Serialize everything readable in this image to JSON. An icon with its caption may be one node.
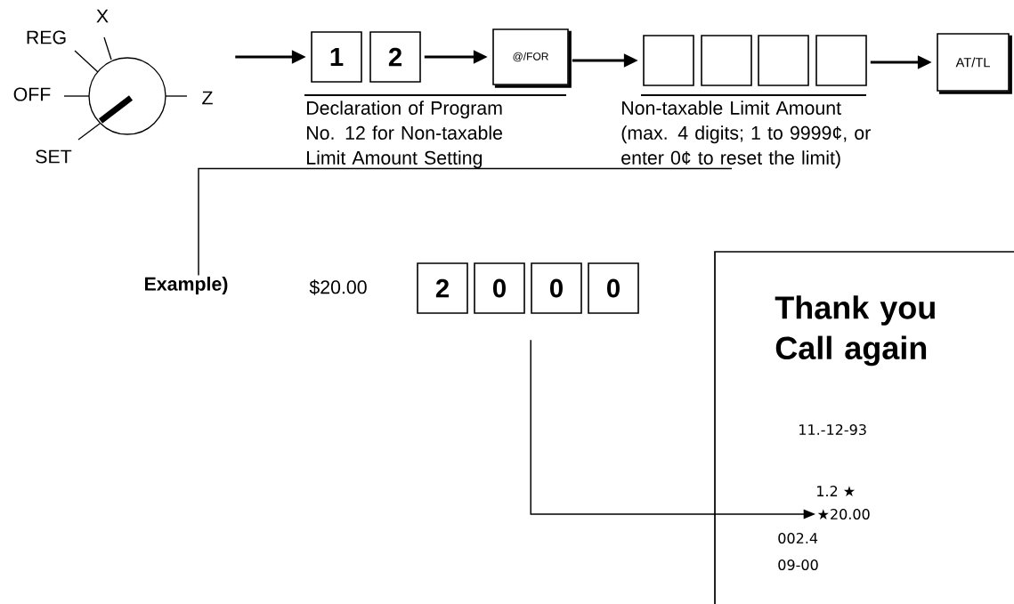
{
  "diagram": {
    "nodes": [
      {
        "text": [],
        "shape": "picture",
        "beside": [
          "X",
          "REG",
          "OFF",
          "Z",
          "SET"
        ]
      },
      {
        "text": [
          "1"
        ]
      },
      {
        "text": [
          "2"
        ]
      },
      {
        "text": [
          "@/FOR"
        ]
      },
      {
        "text": [],
        "shape": "box"
      },
      {
        "text": [],
        "shape": "box"
      },
      {
        "text": [],
        "shape": "box"
      },
      {
        "text": [],
        "shape": "box"
      },
      {
        "text": [
          "AT/TL"
        ]
      },
      {
        "text": [
          "Non-taxable Limit Amount (max. 4 digits; 1 to 9999¢, or enter 0¢ to reset the limit)"
        ]
      },
      {
        "text": [
          "Example)"
        ]
      },
      {
        "text": [
          "2"
        ]
      },
      {
        "text": [
          "0"
        ]
      },
      {
        "text": [
          "0"
        ]
      },
      {
        "text": [
          "0"
        ]
      },
      {
        "text": [
          "Thank you Call again",
          "11.-12-93",
          "1.2 ★",
          "002.4",
          "09-00"
        ]
      },
      {
        "text": [
          "★20.00"
        ],
        "in": 15
      }
    ],
    "edges": [
      {
        "from": 0,
        "to": 1,
        "arrow": "to"
      },
      {
        "from": 2,
        "to": 3,
        "arrow": "to"
      },
      {
        "from": 3,
        "to": 4,
        "arrow": "to"
      },
      {
        "from": 7,
        "to": 8,
        "arrow": "to"
      },
      {
        "from": 9,
        "to": 10,
        "arrow": "none"
      },
      {
        "from": 13,
        "to": 16,
        "arrow": "to"
      }
    ],
    "labels": [
      "Declaration of Program No. 12 for Non-taxable Limit Amount Setting",
      "$20.00"
    ]
  }
}
